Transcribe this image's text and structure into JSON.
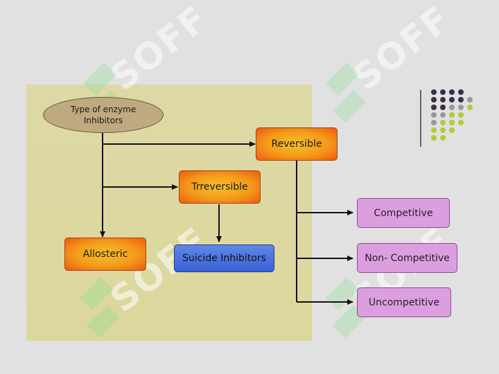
{
  "diagram": {
    "root": {
      "line1": "Type of enzyme",
      "line2": "Inhibitors"
    },
    "nodes": {
      "reversible": "Reversible",
      "irreversible": "Trreversible",
      "allosteric": "Allosteric",
      "suicide": "Suicide Inhibitors",
      "competitive": "Competitive",
      "non_competitive": "Non- Competitive",
      "uncompetitive": "Uncompetitive"
    }
  },
  "watermark": {
    "text": "SOFF"
  },
  "colors": {
    "background": "#e1e1e1",
    "panel": "#dcd79c",
    "orange_box": "#f39a1a",
    "blue_box": "#3a62d4",
    "purple_box": "#db9fe0",
    "root_ellipse": "#bfa97e",
    "dot_dark": "#3b2f45",
    "dot_gray": "#9a9a9a",
    "dot_lime": "#b7c93a"
  }
}
